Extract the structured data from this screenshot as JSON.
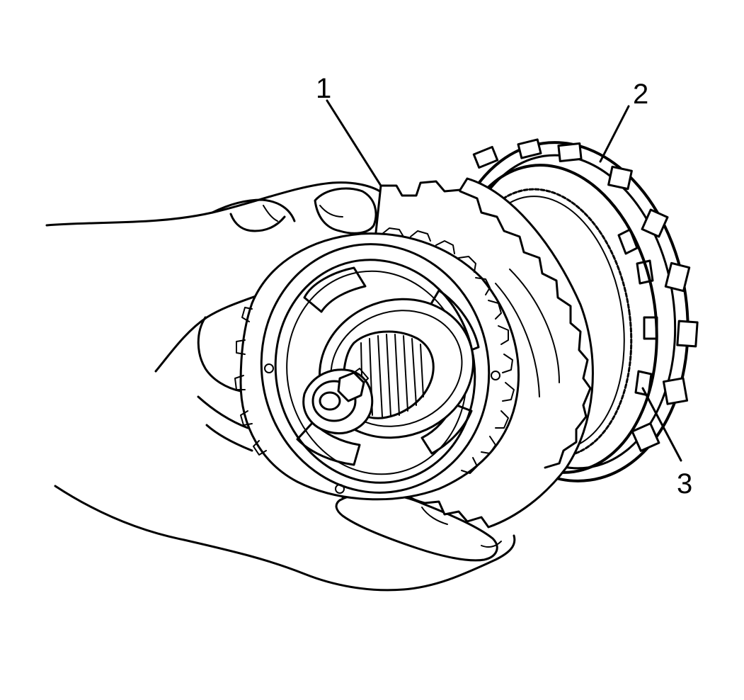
{
  "figure": {
    "callouts": [
      {
        "id": "callout-1",
        "label": "1"
      },
      {
        "id": "callout-2",
        "label": "2"
      },
      {
        "id": "callout-3",
        "label": "3"
      }
    ]
  },
  "colors": {
    "ink": "#000000",
    "background": "#ffffff"
  }
}
